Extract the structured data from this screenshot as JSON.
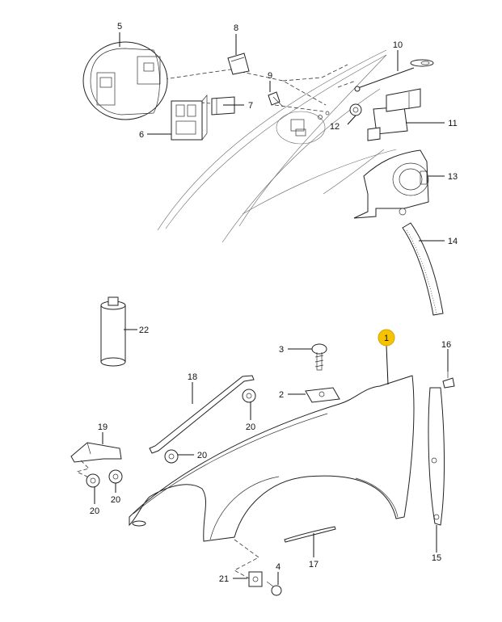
{
  "diagram": {
    "highlight_color": "#f5c300",
    "callouts": [
      {
        "id": "1",
        "label": "1",
        "highlighted": true
      },
      {
        "id": "2",
        "label": "2"
      },
      {
        "id": "3",
        "label": "3"
      },
      {
        "id": "4",
        "label": "4"
      },
      {
        "id": "5",
        "label": "5"
      },
      {
        "id": "6",
        "label": "6"
      },
      {
        "id": "7",
        "label": "7"
      },
      {
        "id": "8",
        "label": "8"
      },
      {
        "id": "9",
        "label": "9"
      },
      {
        "id": "10",
        "label": "10"
      },
      {
        "id": "11",
        "label": "11"
      },
      {
        "id": "12",
        "label": "12"
      },
      {
        "id": "13",
        "label": "13"
      },
      {
        "id": "14",
        "label": "14"
      },
      {
        "id": "15",
        "label": "15"
      },
      {
        "id": "16",
        "label": "16"
      },
      {
        "id": "17",
        "label": "17"
      },
      {
        "id": "18",
        "label": "18"
      },
      {
        "id": "19",
        "label": "19"
      },
      {
        "id": "20a",
        "label": "20"
      },
      {
        "id": "20b",
        "label": "20"
      },
      {
        "id": "20c",
        "label": "20"
      },
      {
        "id": "20d",
        "label": "20"
      },
      {
        "id": "21",
        "label": "21"
      },
      {
        "id": "22",
        "label": "22"
      }
    ]
  }
}
